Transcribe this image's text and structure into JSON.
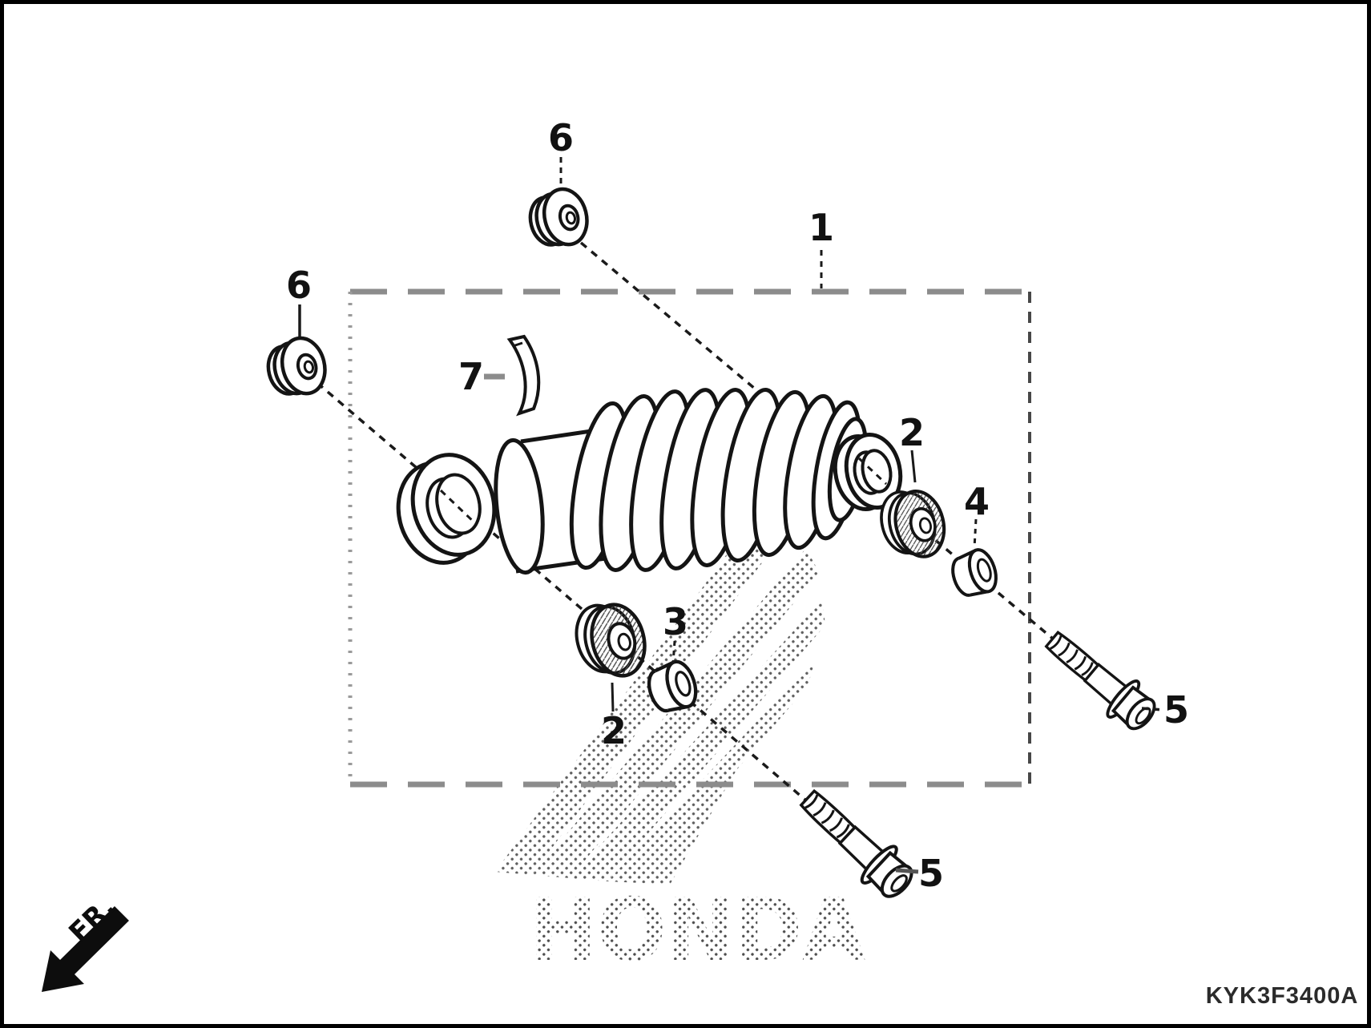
{
  "diagram": {
    "code": "KYK3F3400A",
    "fr_label": "FR.",
    "watermark_text": "HONDA"
  },
  "callouts": {
    "assembly": "1",
    "bushing_upper": "2",
    "bushing_lower": "2",
    "collar_small": "3",
    "collar_upper": "4",
    "bolt_upper": "5",
    "bolt_lower": "5",
    "nut_top": "6",
    "nut_left": "6",
    "spring_band": "7"
  }
}
